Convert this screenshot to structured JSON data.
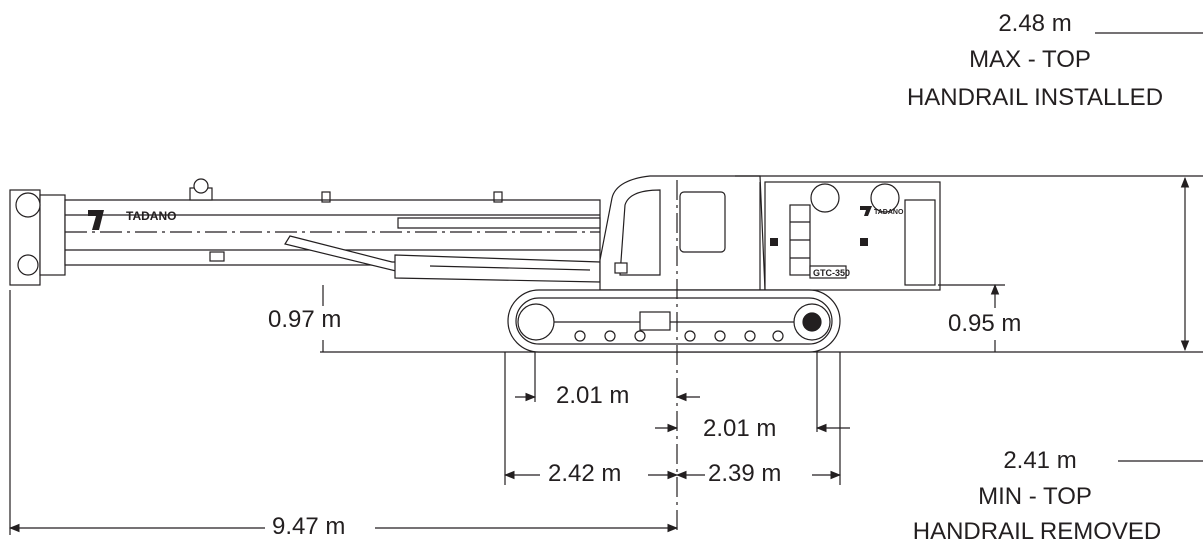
{
  "diagram": {
    "brand": "TADANO",
    "model": "GTC-350",
    "colors": {
      "line": "#231f20",
      "fill": "#ffffff",
      "shade": "#e6e6e6"
    }
  },
  "dimensions": {
    "top_max": {
      "value": "2.48 m",
      "line2": "MAX - TOP",
      "line3": "HANDRAIL INSTALLED"
    },
    "top_min": {
      "value": "2.41 m",
      "line2": "MIN - TOP",
      "line3": "HANDRAIL REMOVED"
    },
    "clearance_front": "0.97 m",
    "clearance_rear": "0.95 m",
    "track_front_half": "2.01 m",
    "track_rear_half": "2.01 m",
    "center_to_front": "2.42 m",
    "center_to_rear": "2.39 m",
    "boom_overall": "9.47 m"
  }
}
